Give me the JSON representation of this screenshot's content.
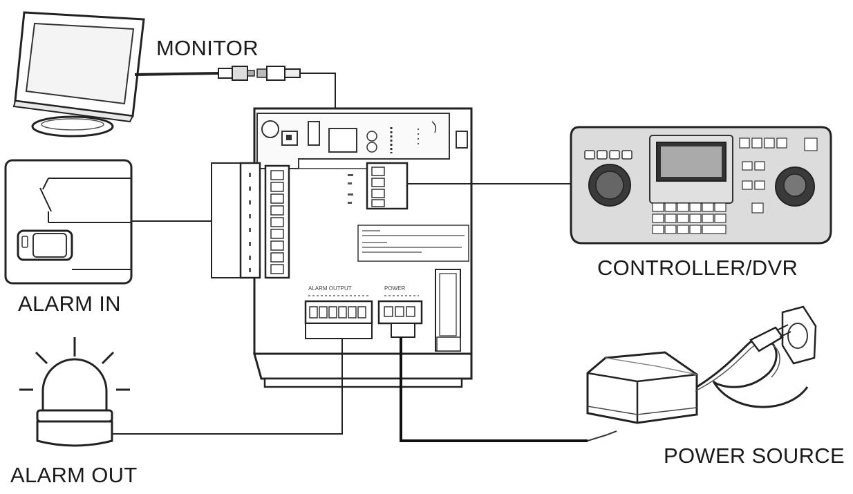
{
  "labels": {
    "monitor": "MONITOR",
    "alarm_in": "ALARM IN",
    "alarm_out": "ALARM OUT",
    "controller": "CONTROLLER/DVR",
    "power": "POWER SOURCE"
  },
  "board": {
    "alarm_output_header": "ALARM OUTPUT",
    "power_header": "POWER"
  },
  "colors": {
    "line": "#1a1a1a",
    "device_fill": "#ffffff",
    "device_shade": "#e6e6e6",
    "controller_body": "#dcdcdc",
    "controller_dark": "#3a3a3a"
  }
}
